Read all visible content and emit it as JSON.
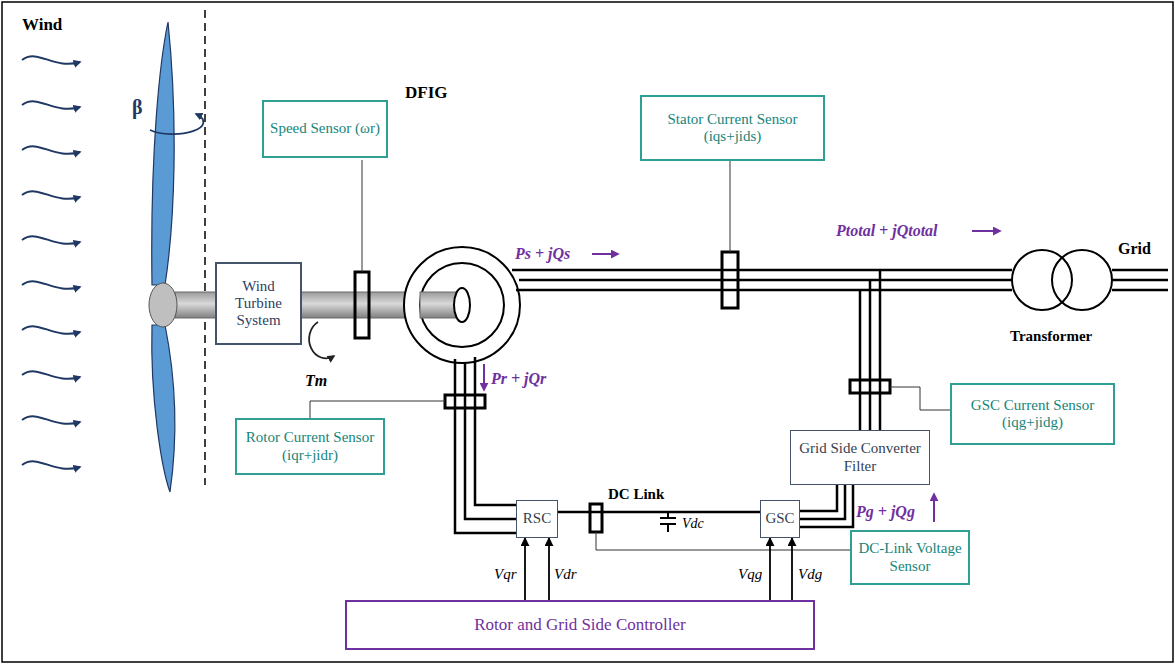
{
  "diagram": {
    "nodes": [
      {
        "text": [
          "Wind Turbine System"
        ]
      },
      {
        "text": [
          "Speed Sensor (ωr)"
        ]
      },
      {
        "text": [
          "Stator Current Sensor (iqs+jids)"
        ]
      },
      {
        "text": [
          "Rotor Current Sensor (iqr+jidr)"
        ]
      },
      {
        "text": [
          "RSC"
        ]
      },
      {
        "text": [
          "GSC"
        ]
      },
      {
        "text": [
          "Grid Side Converter Filter"
        ]
      },
      {
        "text": [
          "GSC Current Sensor (iqg+jidg)"
        ]
      },
      {
        "text": [
          "DC-Link Voltage Sensor"
        ]
      },
      {
        "text": [
          "Rotor and Grid Side Controller"
        ]
      }
    ],
    "edges": [
      {
        "from": 9,
        "to": 4,
        "arrow": "to",
        "label": "Vqr"
      },
      {
        "from": 9,
        "to": 4,
        "arrow": "to",
        "label": "Vdr"
      },
      {
        "from": 9,
        "to": 5,
        "arrow": "to",
        "label": "Vqg"
      },
      {
        "from": 9,
        "to": 5,
        "arrow": "to",
        "label": "Vdg"
      },
      {
        "from": 4,
        "to": 5,
        "arrow": "none"
      },
      {
        "from": 5,
        "to": 6,
        "arrow": "none"
      }
    ],
    "labels": [
      "Wind",
      "β",
      "Tm",
      "DFIG",
      "Ps + jQs",
      "Ptotal + jQtotal",
      "Grid",
      "Transformer",
      "Pr + jQr",
      "DC Link",
      "Vdc",
      "Pg + jQg"
    ]
  }
}
